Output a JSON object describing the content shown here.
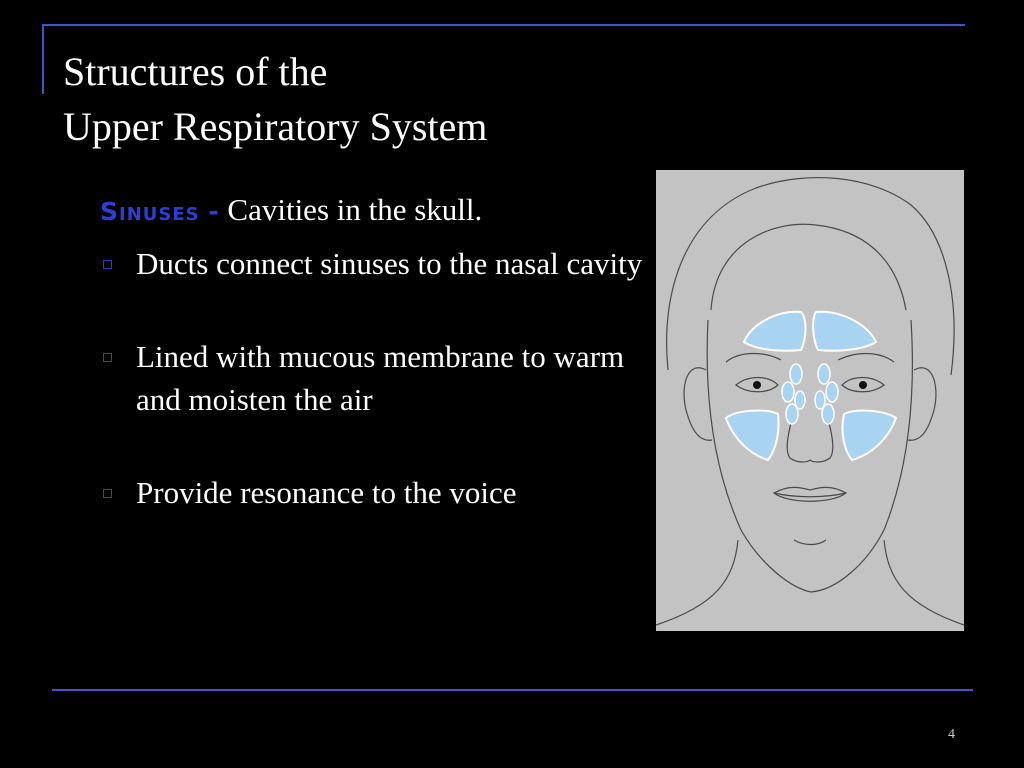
{
  "slide": {
    "title_line1": "Structures of the",
    "title_line2": "Upper Respiratory System",
    "lead_term": "Sinuses",
    "lead_sep": " - ",
    "lead_text": "Cavities in the skull.",
    "bullets": [
      {
        "text": "Ducts connect sinuses to the nasal cavity"
      },
      {
        "text": "Lined with mucous membrane to warm and moisten the air"
      },
      {
        "text": "Provide resonance to the voice"
      }
    ],
    "page_number": "4"
  },
  "colors": {
    "background": "#000000",
    "accent_line": "#3a57c8",
    "term": "#2b3fd6",
    "sinus_fill": "#a8d4f2"
  },
  "image": {
    "depiction": "face-with-sinuses-illustration"
  }
}
